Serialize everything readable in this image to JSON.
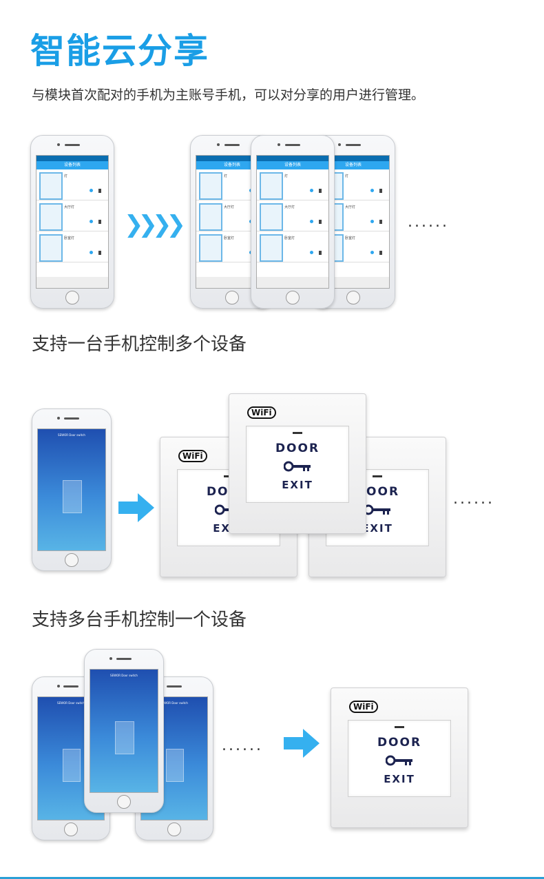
{
  "header": {
    "title": "智能云分享",
    "subtitle": "与模块首次配对的手机为主账号手机，可以对分享的用户进行管理。"
  },
  "sections": {
    "one_to_many": "支持一台手机控制多个设备",
    "many_to_one": "支持多台手机控制一个设备"
  },
  "phone_list": {
    "nav_title": "设备列表",
    "items": [
      "灯",
      "大厅灯",
      "卧室灯"
    ]
  },
  "phone_control": {
    "header": "SEWOR Door switch"
  },
  "switch": {
    "badge": "WiFi",
    "door_label": "DOOR",
    "exit_label": "EXIT"
  },
  "ellipsis": "......",
  "colors": {
    "accent": "#1a9ee6",
    "arrow": "#35b0ef"
  }
}
